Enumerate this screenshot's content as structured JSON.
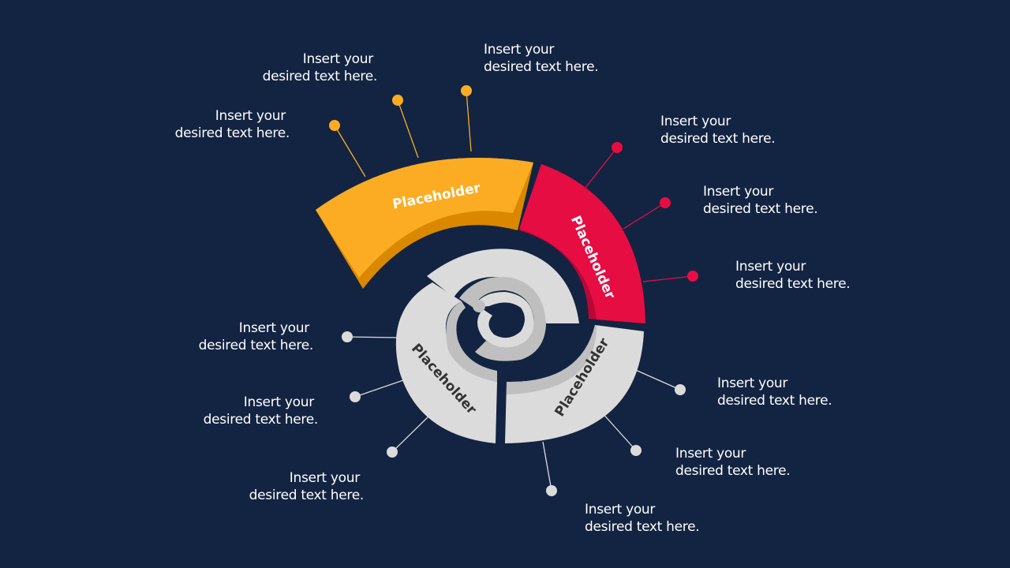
{
  "background_color": "#132442",
  "colors": {
    "orange": "#FBAC23",
    "orange_dark": "#DA8800",
    "red": "#E60D42",
    "red_dark": "#B80737",
    "gray": "#DBDBDB",
    "gray_dark": "#BFBFBF",
    "text_light": "#FFFFFF",
    "text_dark": "#333333"
  },
  "segments": [
    {
      "label": "Placeholder",
      "color": "orange"
    },
    {
      "label": "Placeholder",
      "color": "red"
    },
    {
      "label": "Placeholder",
      "color": "gray"
    },
    {
      "label": "Placeholder",
      "color": "gray"
    }
  ],
  "callouts": [
    {
      "line1": "Insert your",
      "line2": "desired text here.",
      "group": "orange"
    },
    {
      "line1": "Insert your",
      "line2": "desired text here.",
      "group": "orange"
    },
    {
      "line1": "Insert your",
      "line2": "desired text here.",
      "group": "orange"
    },
    {
      "line1": "Insert your",
      "line2": "desired text here.",
      "group": "red"
    },
    {
      "line1": "Insert your",
      "line2": "desired text here.",
      "group": "red"
    },
    {
      "line1": "Insert your",
      "line2": "desired text here.",
      "group": "red"
    },
    {
      "line1": "Insert your",
      "line2": "desired text here.",
      "group": "gray"
    },
    {
      "line1": "Insert your",
      "line2": "desired text here.",
      "group": "gray"
    },
    {
      "line1": "Insert your",
      "line2": "desired text here.",
      "group": "gray"
    },
    {
      "line1": "Insert your",
      "line2": "desired text here.",
      "group": "gray"
    },
    {
      "line1": "Insert your",
      "line2": "desired text here.",
      "group": "gray"
    },
    {
      "line1": "Insert your",
      "line2": "desired text here.",
      "group": "gray"
    }
  ]
}
